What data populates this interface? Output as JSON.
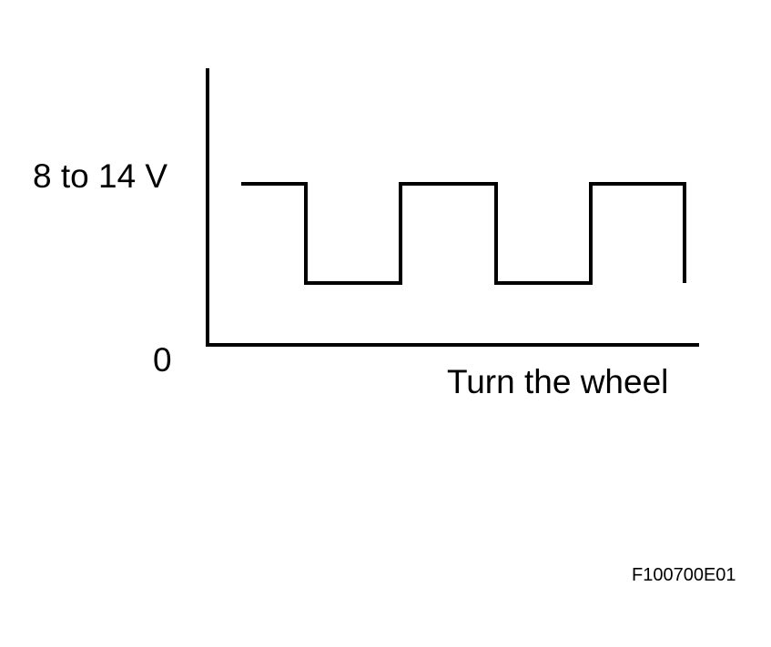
{
  "diagram": {
    "y_label_high": "8 to 14 V",
    "y_label_zero": "0",
    "x_label": "Turn the wheel",
    "figure_id": "F100700E01",
    "waveform": {
      "type": "square",
      "levels": [
        "high",
        "low",
        "high",
        "low",
        "high"
      ],
      "high_label": "8 to 14 V"
    }
  },
  "colors": {
    "line": "#000000",
    "background": "#ffffff"
  }
}
